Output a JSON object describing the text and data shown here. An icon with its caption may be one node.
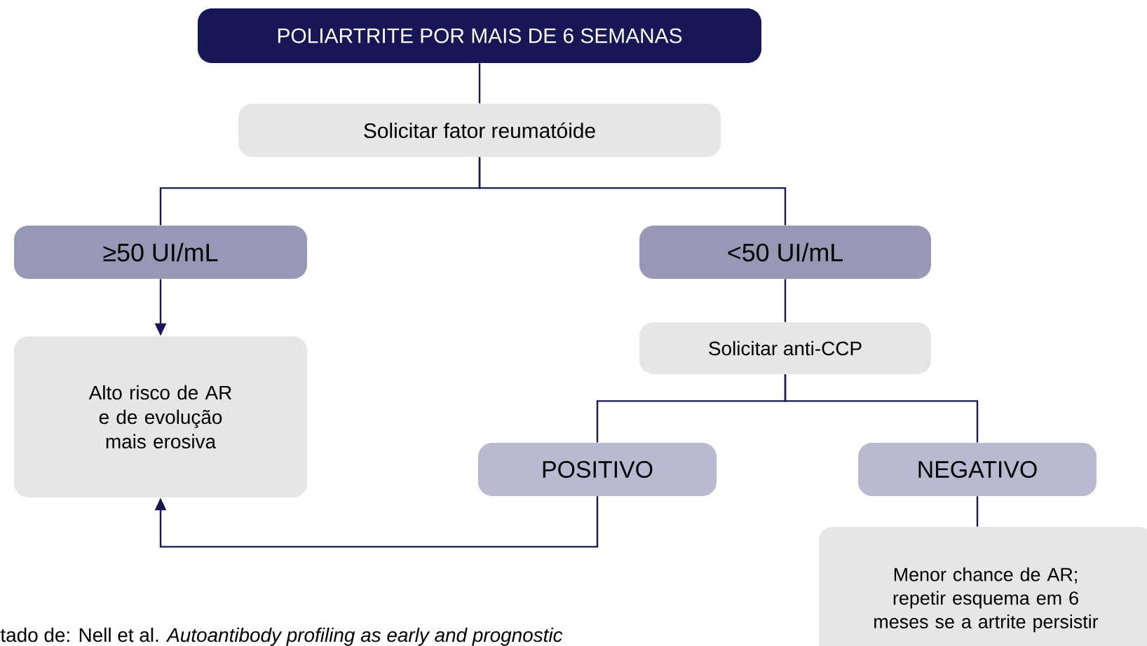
{
  "diagram": {
    "nodes": [
      {
        "text": [
          "POLIARTRITE POR MAIS DE 6 SEMANAS"
        ]
      },
      {
        "text": [
          "Solicitar fator reumatóide"
        ]
      },
      {
        "text": [
          "≥50 UI/mL"
        ]
      },
      {
        "text": [
          "<50 UI/mL"
        ]
      },
      {
        "text": [
          "Alto risco de AR e de evolução mais erosiva"
        ]
      },
      {
        "text": [
          "Solicitar anti-CCP"
        ]
      },
      {
        "text": [
          "POSITIVO"
        ]
      },
      {
        "text": [
          "NEGATIVO"
        ]
      },
      {
        "text": [
          "Menor chance de AR; repetir esquema em 6 meses se a artrite persistir"
        ]
      }
    ],
    "edges": [
      {
        "from": 0,
        "to": 1,
        "arrow": "none"
      },
      {
        "from": 1,
        "to": 2,
        "arrow": "none"
      },
      {
        "from": 1,
        "to": 3,
        "arrow": "none"
      },
      {
        "from": 2,
        "to": 4,
        "arrow": "to"
      },
      {
        "from": 3,
        "to": 5,
        "arrow": "none"
      },
      {
        "from": 5,
        "to": 6,
        "arrow": "none"
      },
      {
        "from": 5,
        "to": 7,
        "arrow": "none"
      },
      {
        "from": 6,
        "to": 4,
        "arrow": "to"
      },
      {
        "from": 7,
        "to": 8,
        "arrow": "none"
      }
    ],
    "labels": [
      "tado de: Nell et al. *Autoantibody profiling as early and prognostic*"
    ]
  }
}
